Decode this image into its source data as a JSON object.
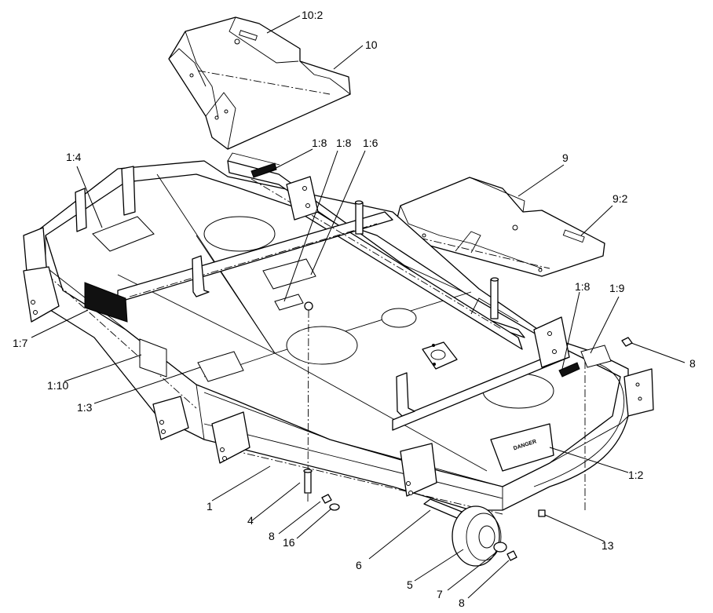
{
  "callouts": {
    "c_10_2": "10:2",
    "c_10": "10",
    "c_1_8_a": "1:8",
    "c_1_8_b": "1:8",
    "c_1_6": "1:6",
    "c_1_4": "1:4",
    "c_9": "9",
    "c_9_2": "9:2",
    "c_1_8_c": "1:8",
    "c_1_9": "1:9",
    "c_8_right": "8",
    "c_1_7": "1:7",
    "c_1_10": "1:10",
    "c_1_3": "1:3",
    "c_1_2": "1:2",
    "c_1": "1",
    "c_4": "4",
    "c_8_bottom_left": "8",
    "c_16": "16",
    "c_6": "6",
    "c_13": "13",
    "c_5": "5",
    "c_7": "7",
    "c_8_bottom": "8"
  },
  "decals": {
    "danger": "DANGER"
  }
}
